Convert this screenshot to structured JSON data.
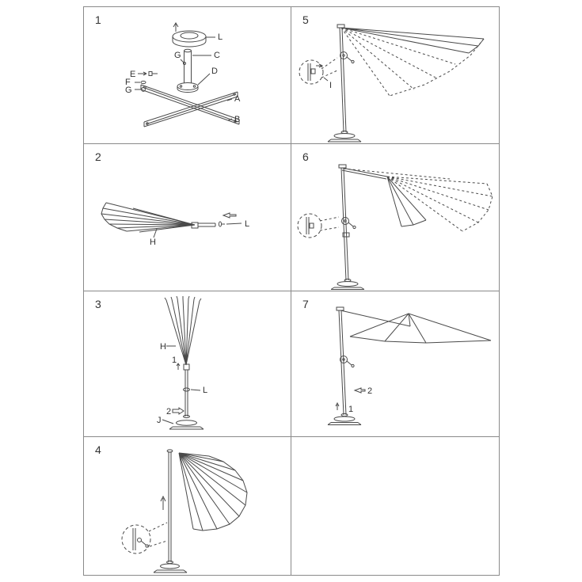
{
  "colors": {
    "background": "#ffffff",
    "border": "#8a8a8a",
    "line_art": "#4a4a4a",
    "text": "#333333"
  },
  "panels": {
    "step1": {
      "number": "1",
      "parts": {
        "L": "L",
        "C": "C",
        "G_top": "G",
        "E": "E",
        "D": "D",
        "F": "F",
        "G_side": "G",
        "A": "A",
        "B": "B"
      }
    },
    "step2": {
      "number": "2",
      "parts": {
        "H": "H",
        "L": "L"
      }
    },
    "step3": {
      "number": "3",
      "parts": {
        "H": "H",
        "step_1": "1",
        "L": "L",
        "step_2": "2",
        "J": "J"
      }
    },
    "step4": {
      "number": "4"
    },
    "step5": {
      "number": "5",
      "parts": {
        "I": "I"
      }
    },
    "step6": {
      "number": "6"
    },
    "step7": {
      "number": "7",
      "parts": {
        "step_2": "2",
        "step_1": "1"
      }
    },
    "step8": {}
  }
}
